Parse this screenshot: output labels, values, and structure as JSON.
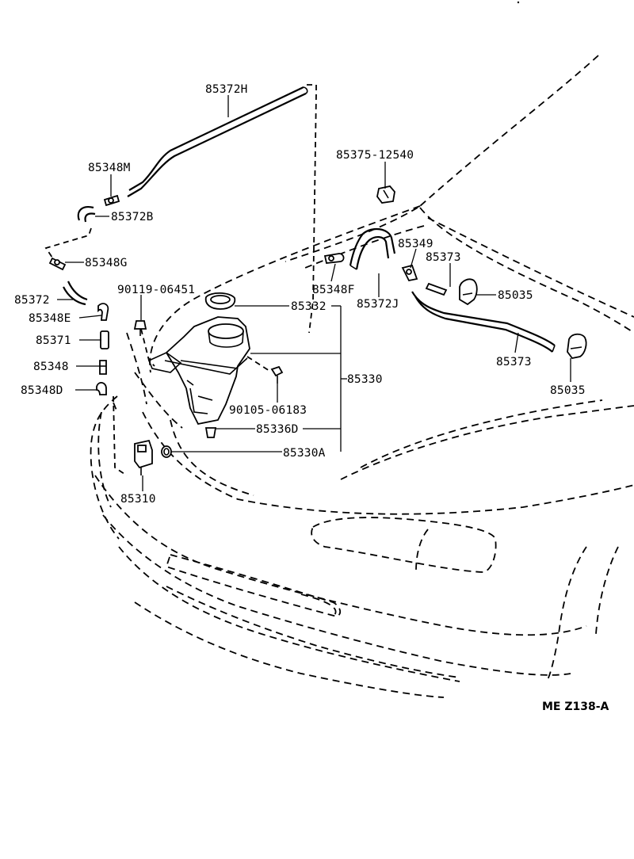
{
  "diagram_code": "ME  Z138-A",
  "labels": {
    "p85372H": "85372H",
    "p85348M": "85348M",
    "p85372B": "85372B",
    "p85348G": "85348G",
    "p85372": "85372",
    "p90119": "90119-06451",
    "p85348E": "85348E",
    "p85371": "85371",
    "p85348": "85348",
    "p85348D": "85348D",
    "p85310": "85310",
    "p85332": "85332",
    "p85330": "85330",
    "p90105": "90105-06183",
    "p85336D": "85336D",
    "p85330A": "85330A",
    "p85375": "85375-12540",
    "p85349": "85349",
    "p85373a": "85373",
    "p85348F": "85348F",
    "p85372J": "85372J",
    "p85035a": "85035",
    "p85373b": "85373",
    "p85035b": "85035"
  },
  "icons": [
    "washer-tank",
    "washer-pump",
    "tank-cap",
    "washer-nozzle",
    "hose",
    "hose-joint",
    "clip",
    "screw",
    "grommet",
    "filter"
  ]
}
